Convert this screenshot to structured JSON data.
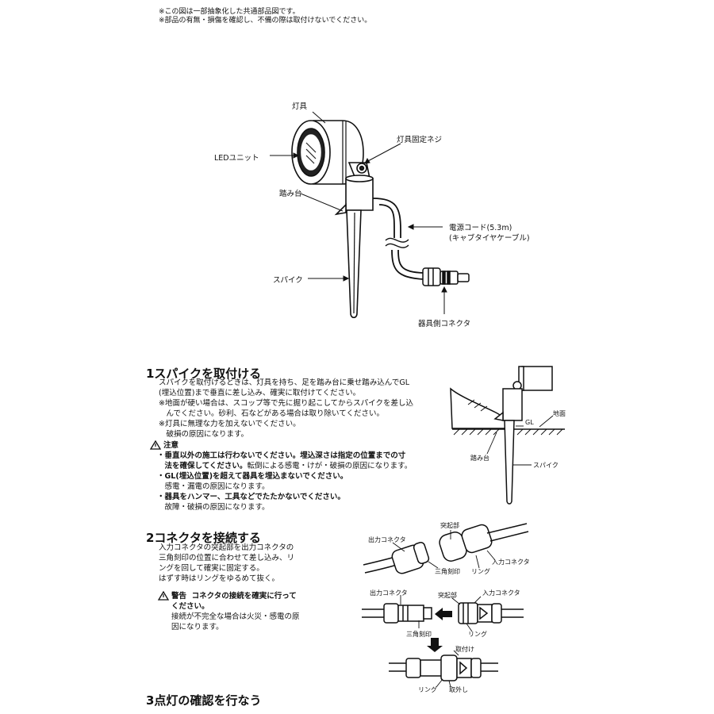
{
  "header_notes": [
    "※この図は一部抽象化した共通部品図です。",
    "※部品の有無・損傷を確認し、不備の際は取付けないでください。"
  ],
  "parts_diagram": {
    "fixture": "灯具",
    "led_unit": "LEDユニット",
    "fixing_screw": "灯具固定ネジ",
    "step_base": "踏み台",
    "power_cord_line1": "電源コード(5.3m)",
    "power_cord_line2": "(キャブタイヤケーブル)",
    "spike": "スパイク",
    "fixture_connector": "器具側コネクタ"
  },
  "section1": {
    "heading": "1スパイクを取付ける",
    "lines": [
      "スパイクを取付けるときは、灯具を持ち、足を踏み台に乗せ踏み込んでGL",
      "(埋込位置)まで垂直に差し込み、確実に取付けてください。",
      "※地面が硬い場合は、スコップ等で先に掘り起こしてからスパイクを差し込",
      "　んでください。砂利、石などがある場合は取り除いてください。",
      "※灯具に無理な力を加えないでください。",
      "　破損の原因になります。"
    ],
    "caution_title": "注意",
    "cautions": [
      {
        "bold": "・垂直以外の施工は行わないでください。埋込深さは指定の位置までの寸",
        "bold2": "　法を確保してください。",
        "normal": "転倒による感電・けが・破損の原因になります。"
      },
      {
        "bold": "・GL(埋込位置)を超えて器具を埋込まないでください。",
        "normal": "　感電・漏電の原因になります。"
      },
      {
        "bold": "・器具をハンマー、工具などでたたかないでください。",
        "normal": "　故障・破損の原因になります。"
      }
    ],
    "diagram": {
      "gl": "GL",
      "ground": "地面",
      "step_base": "踏み台",
      "spike": "スパイク"
    }
  },
  "section2": {
    "heading": "2コネクタを接続する",
    "lines": [
      "入力コネクタの突起部を出力コネクタの",
      "三角刻印の位置に合わせて差し込み、リ",
      "ングを回して確実に固定する。",
      "はずす時はリングをゆるめて抜く。"
    ],
    "warning_title": "警告",
    "warning_line1": "コネクタの接続を確実に行って",
    "warning_line2": "ください。",
    "warning_body": [
      "接続が不完全な場合は火災・感電の原",
      "因になります。"
    ],
    "diagram": {
      "output_connector": "出力コネクタ",
      "protrusion": "突起部",
      "input_connector": "入力コネクタ",
      "triangle_mark": "三角刻印",
      "ring": "リング",
      "attach": "取付け",
      "remove": "取外し"
    }
  },
  "section3": {
    "heading": "3点灯の確認を行なう"
  }
}
